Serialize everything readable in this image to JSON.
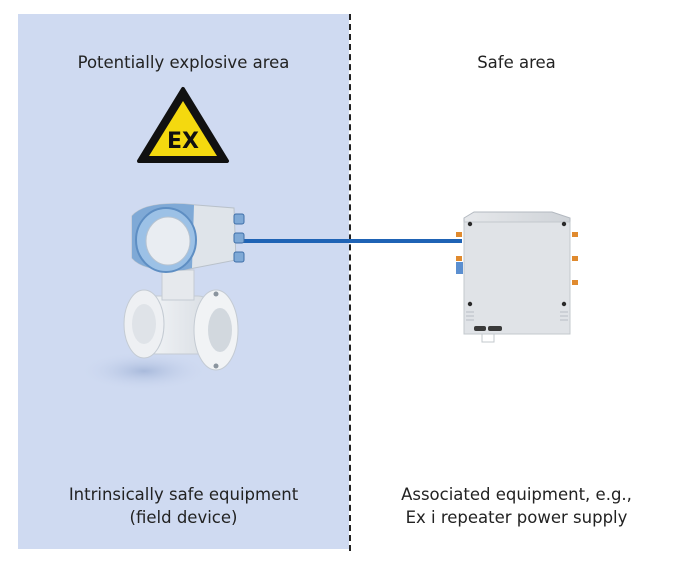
{
  "zones": {
    "hazardous": {
      "title": "Potentially explosive area",
      "caption_line1": "Intrinsically safe equipment",
      "caption_line2": "(field device)",
      "warning_sign_text": "EX"
    },
    "safe": {
      "title": "Safe area",
      "caption_line1": "Associated equipment, e.g.,",
      "caption_line2": "Ex i repeater power supply"
    }
  },
  "colors": {
    "hazard_zone_fill": "#cfdaf1",
    "cable": "#1f63b5",
    "warning_yellow": "#f4d90f",
    "divider": "#222222"
  },
  "icons": [
    "ex-warning-sign-icon",
    "flowmeter-device",
    "repeater-power-supply-device"
  ]
}
